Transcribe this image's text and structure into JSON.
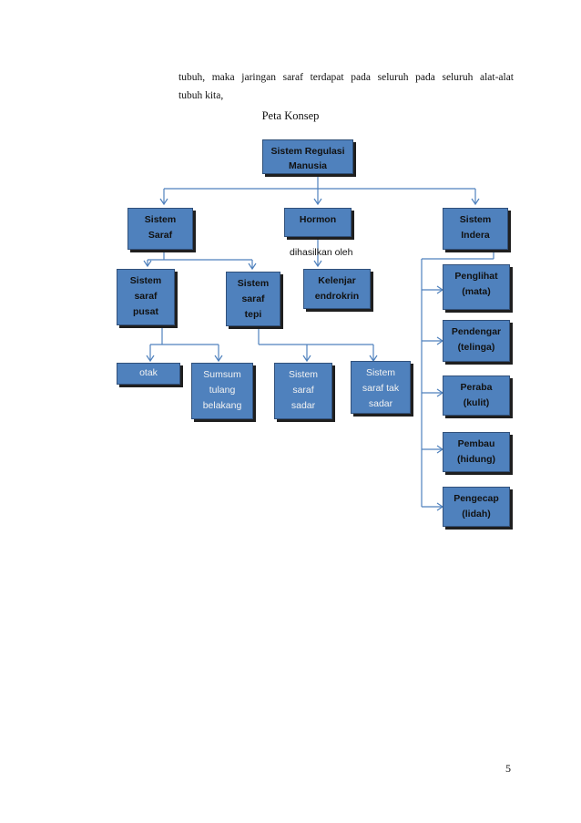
{
  "paragraph": {
    "line1": "tubuh, maka jaringan saraf terdapat pada seluruh pada seluruh alat-alat",
    "line2": "tubuh kita,"
  },
  "heading": "Peta Konsep",
  "concept_map": {
    "root": "Sistem Regulasi\nManusia",
    "level1": {
      "saraf": "Sistem\nSaraf",
      "hormon": "Hormon",
      "indera": "Sistem\nIndera"
    },
    "hormon_link_label": "dihasilkan oleh",
    "kelenjar": "Kelenjar\nendrokrin",
    "saraf_children": {
      "pusat": "Sistem\nsaraf\npusat",
      "tepi": "Sistem\nsaraf\ntepi"
    },
    "pusat_children": {
      "otak": "otak",
      "sumsum": "Sumsum\ntulang\nbelakang"
    },
    "tepi_children": {
      "sadar": "Sistem\nsaraf\nsadar",
      "tak_sadar": "Sistem\nsaraf tak\nsadar"
    },
    "indera_children": {
      "penglihat": "Penglihat\n(mata)",
      "pendengar": "Pendengar\n(telinga)",
      "peraba": "Peraba\n(kulit)",
      "pembau": "Pembau\n(hidung)",
      "pengecap": "Pengecap\n(lidah)"
    }
  },
  "page_number": "5",
  "colors": {
    "box_fill": "#4f81bd",
    "connector": "#4f81bd"
  }
}
